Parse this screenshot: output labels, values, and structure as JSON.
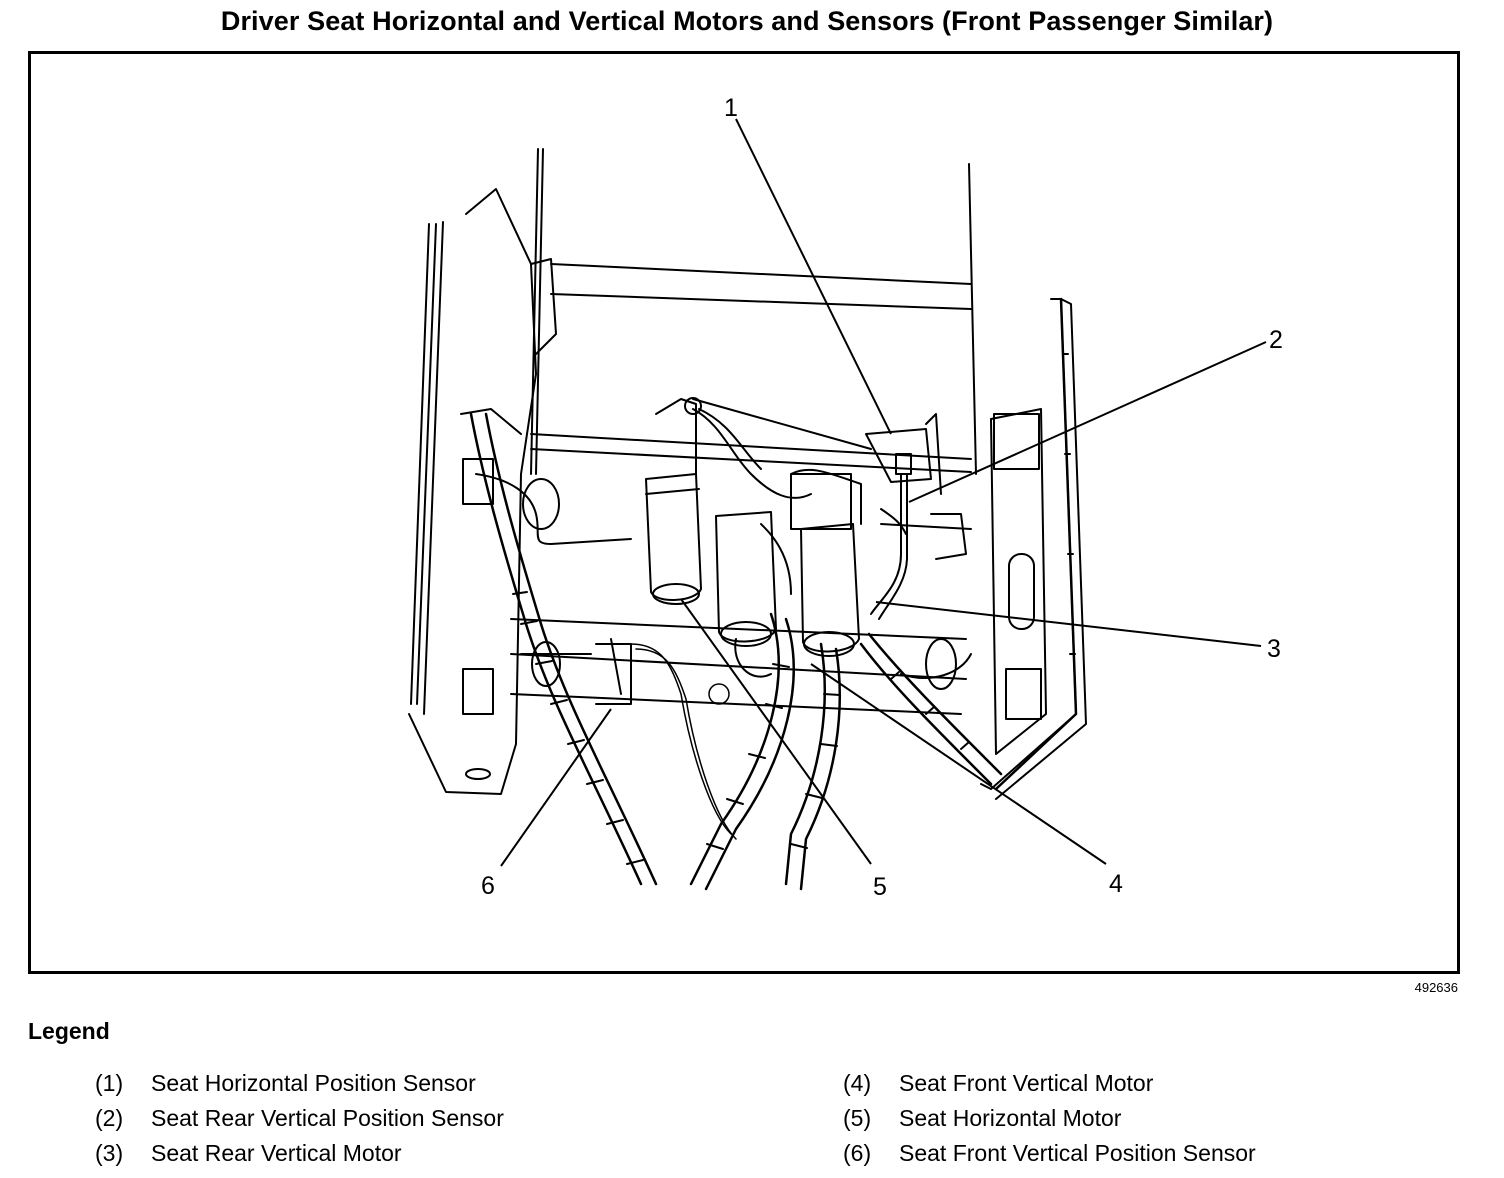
{
  "title": "Driver Seat Horizontal and Vertical Motors and Sensors (Front Passenger Similar)",
  "figure_id": "492636",
  "callouts": [
    "1",
    "2",
    "3",
    "4",
    "5",
    "6"
  ],
  "legend": {
    "heading": "Legend",
    "items": [
      {
        "num": "(1)",
        "label": "Seat Horizontal Position Sensor"
      },
      {
        "num": "(2)",
        "label": "Seat Rear Vertical Position Sensor"
      },
      {
        "num": "(3)",
        "label": "Seat Rear Vertical Motor"
      },
      {
        "num": "(4)",
        "label": "Seat Front Vertical Motor"
      },
      {
        "num": "(5)",
        "label": "Seat Horizontal Motor"
      },
      {
        "num": "(6)",
        "label": "Seat Front Vertical Position Sensor"
      }
    ]
  }
}
